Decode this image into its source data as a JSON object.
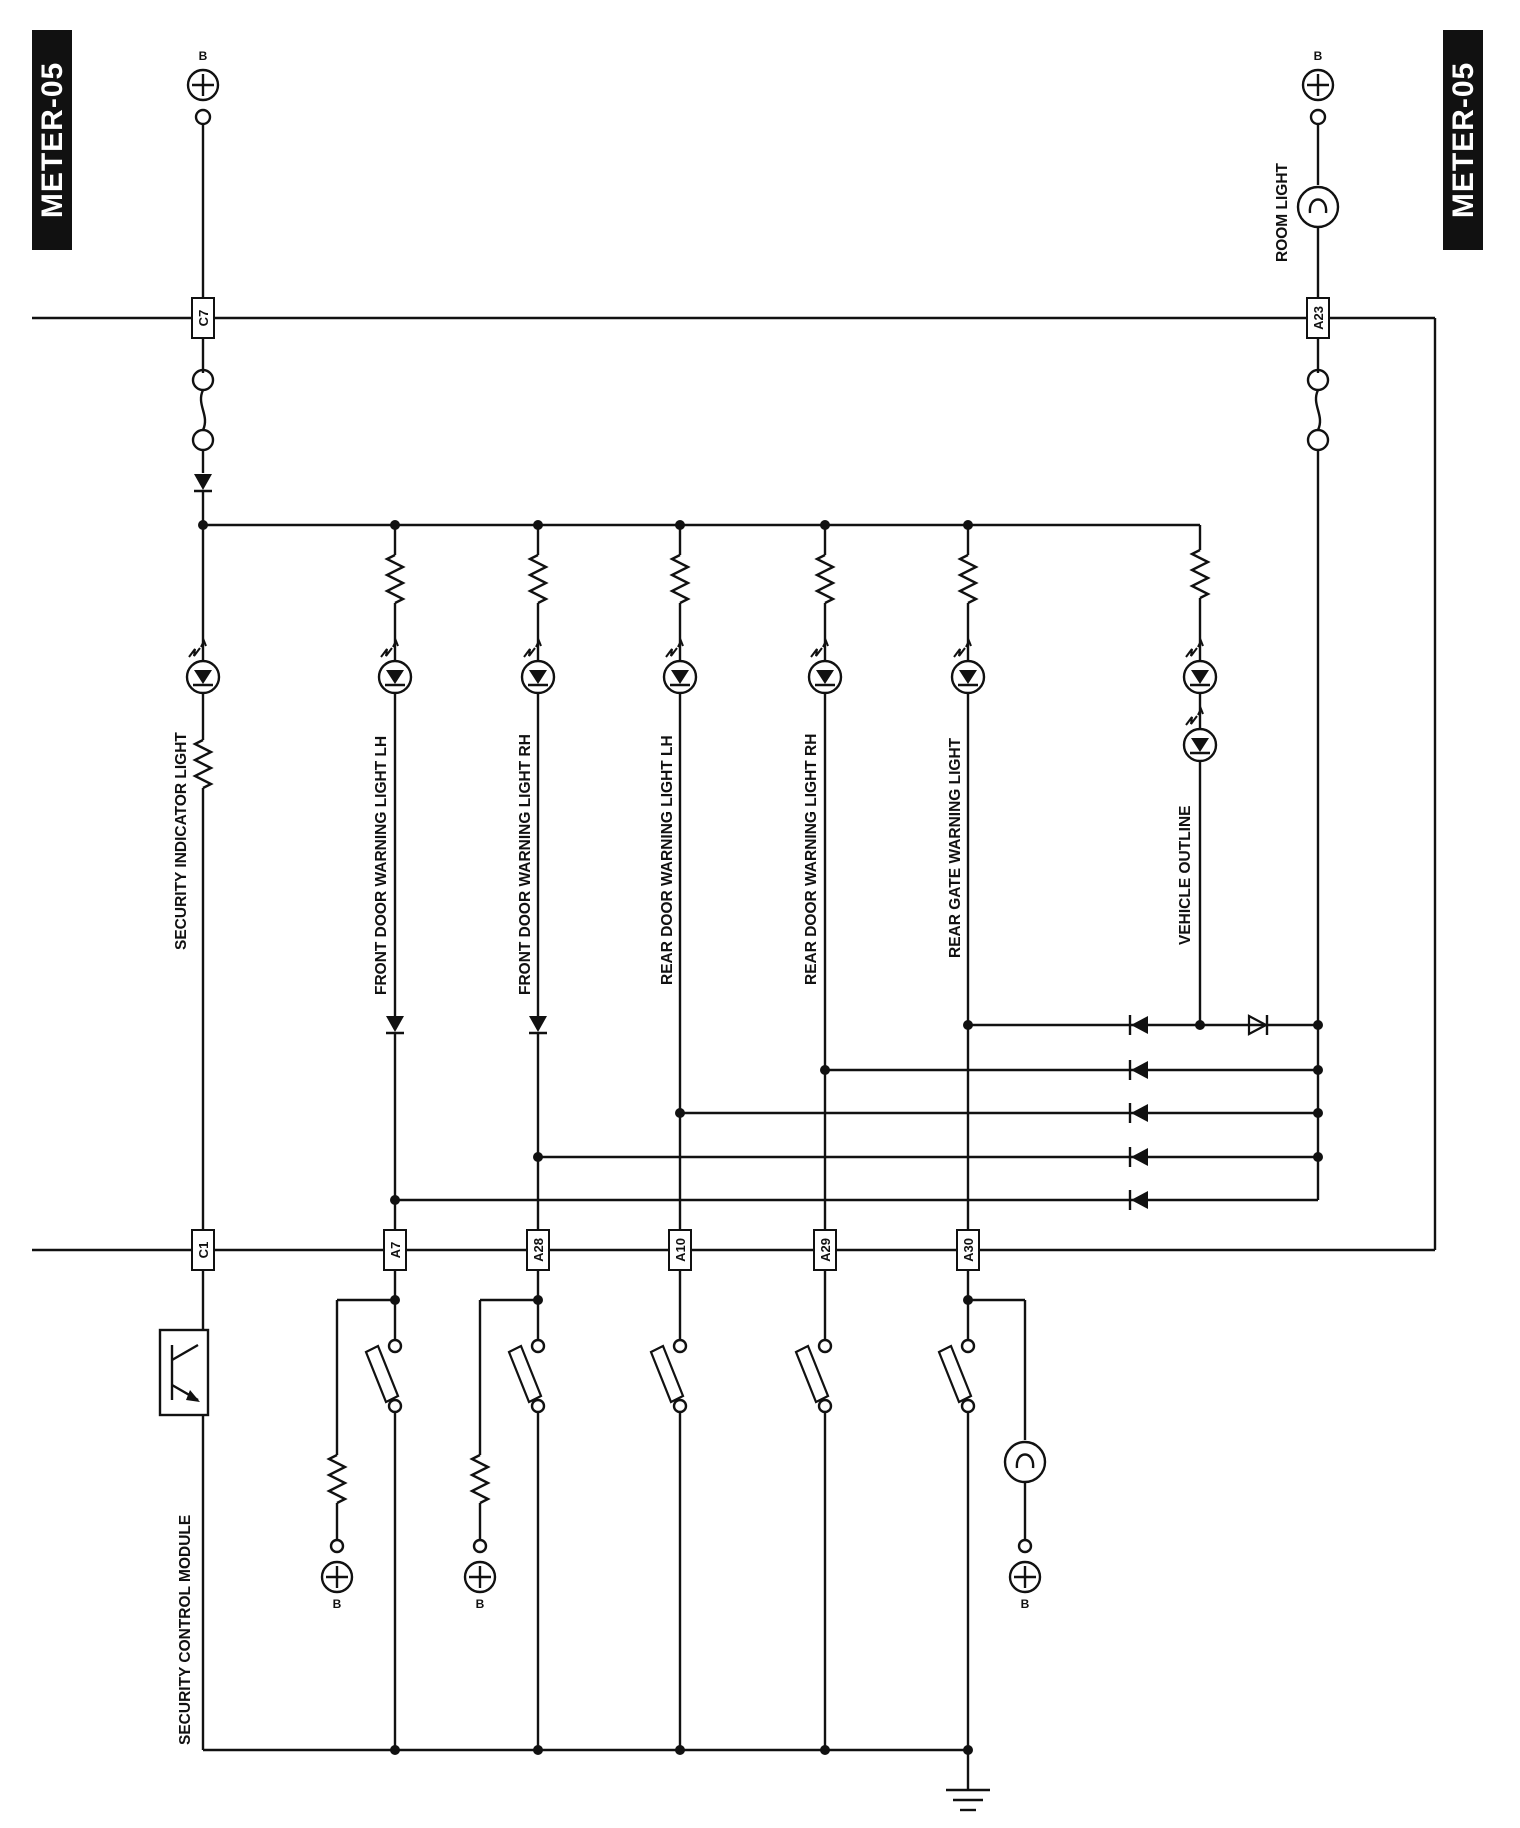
{
  "page_tags": {
    "left": "METER-05",
    "right": "METER-05"
  },
  "supply_label": "B",
  "connectors": {
    "top": {
      "left": "C7",
      "right": "A23"
    },
    "bottom": [
      "C1",
      "A7",
      "A28",
      "A10",
      "A29",
      "A30"
    ]
  },
  "labels": {
    "room_light": "ROOM LIGHT",
    "security_indicator": "SECURITY INDICATOR LIGHT",
    "front_door_lh": "FRONT DOOR WARNING LIGHT LH",
    "front_door_rh": "FRONT DOOR WARNING LIGHT RH",
    "rear_door_lh": "REAR DOOR WARNING LIGHT LH",
    "rear_door_rh": "REAR DOOR WARNING LIGHT RH",
    "rear_gate": "REAR GATE  WARNING LIGHT",
    "vehicle_outline": "VEHICLE OUTLINE",
    "security_module": "SECURITY CONTROL MODULE"
  },
  "colors": {
    "line": "#111111",
    "tag_background": "#111111",
    "tag_text": "#ffffff",
    "background": "#ffffff"
  }
}
